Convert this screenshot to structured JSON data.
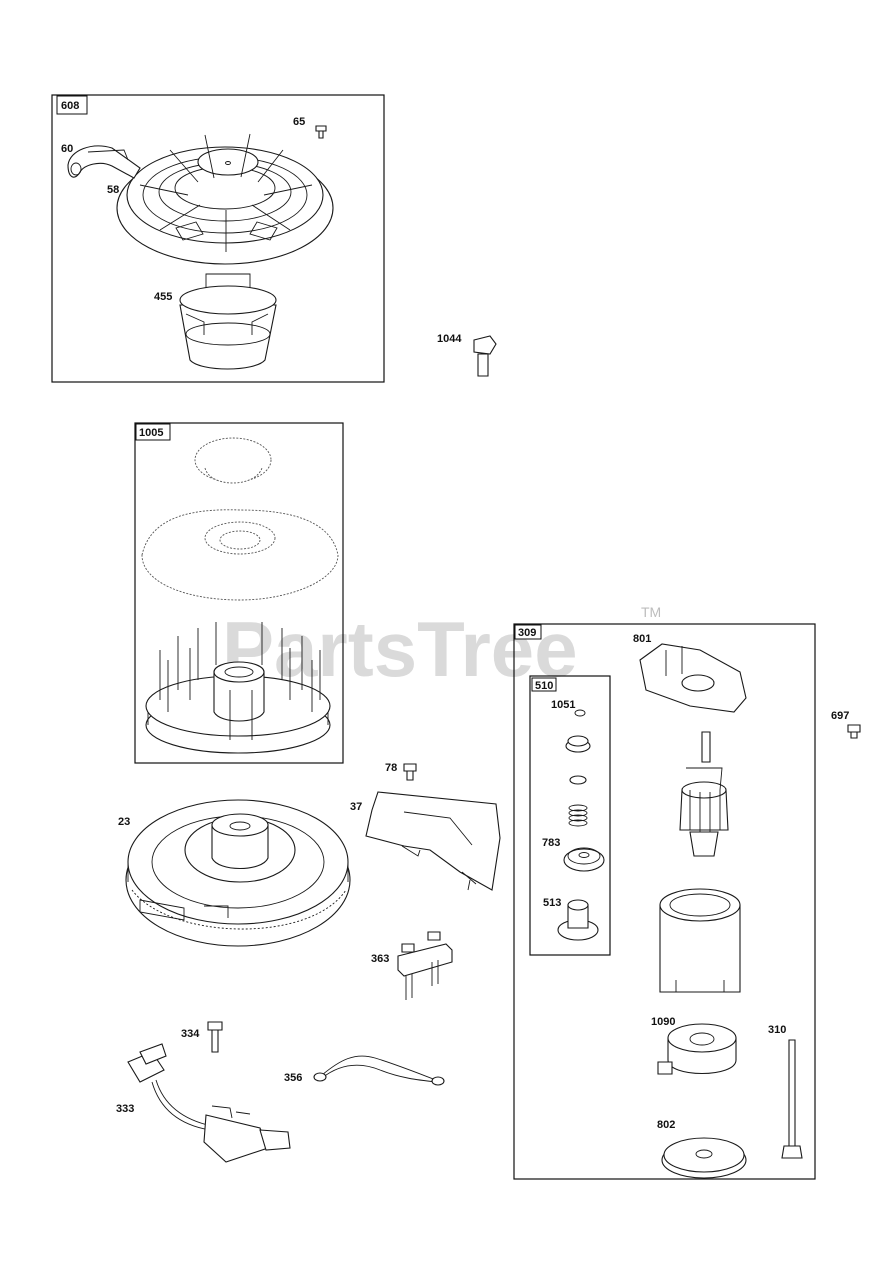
{
  "watermark": {
    "text": "PartsTree",
    "tm": "TM"
  },
  "groups": {
    "g608": "608",
    "g1005": "1005",
    "g309": "309",
    "g510": "510"
  },
  "labels": {
    "p65": "65",
    "p60": "60",
    "p58": "58",
    "p455": "455",
    "p1044": "1044",
    "p78": "78",
    "p37": "37",
    "p23": "23",
    "p363": "363",
    "p334": "334",
    "p356": "356",
    "p333": "333",
    "p801": "801",
    "p697": "697",
    "p1051": "1051",
    "p783": "783",
    "p513": "513",
    "p1090": "1090",
    "p310": "310",
    "p802": "802"
  }
}
